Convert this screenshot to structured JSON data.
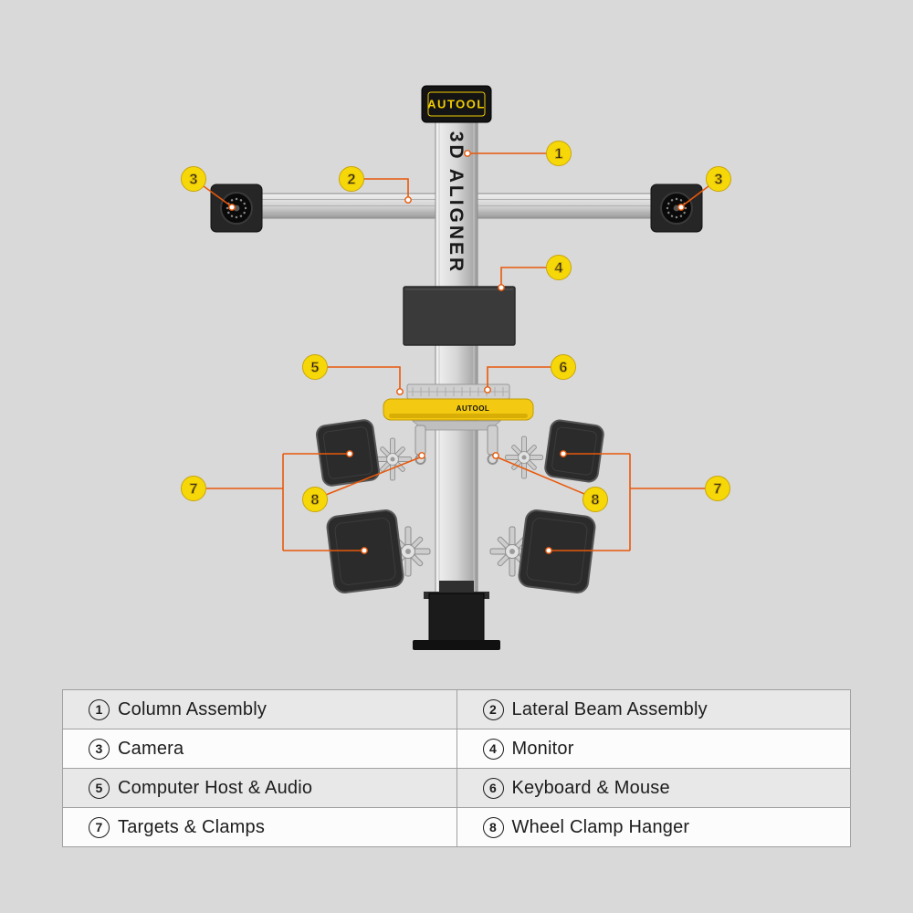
{
  "colors": {
    "background": "#d9d9d9",
    "callout_fill": "#f6d808",
    "callout_stroke": "#c9a50b",
    "line": "#e8590c",
    "brand_yellow": "#f2cd00",
    "tray_yellow": "#f3c912"
  },
  "machine": {
    "brand": "AUTOOL",
    "column_label": "3D  ALIGNER",
    "tray_brand": "AUTOOL"
  },
  "callouts": [
    {
      "n": "1"
    },
    {
      "n": "2"
    },
    {
      "n": "3"
    },
    {
      "n": "3"
    },
    {
      "n": "4"
    },
    {
      "n": "5"
    },
    {
      "n": "6"
    },
    {
      "n": "7"
    },
    {
      "n": "7"
    },
    {
      "n": "8"
    },
    {
      "n": "8"
    }
  ],
  "legend": {
    "rows": [
      {
        "left": {
          "num": "1",
          "label": "Column Assembly"
        },
        "right": {
          "num": "2",
          "label": "Lateral Beam Assembly"
        }
      },
      {
        "left": {
          "num": "3",
          "label": "Camera"
        },
        "right": {
          "num": "4",
          "label": "Monitor"
        }
      },
      {
        "left": {
          "num": "5",
          "label": "Computer Host & Audio"
        },
        "right": {
          "num": "6",
          "label": "Keyboard & Mouse"
        }
      },
      {
        "left": {
          "num": "7",
          "label": "Targets & Clamps"
        },
        "right": {
          "num": "8",
          "label": "Wheel Clamp Hanger"
        }
      }
    ]
  }
}
